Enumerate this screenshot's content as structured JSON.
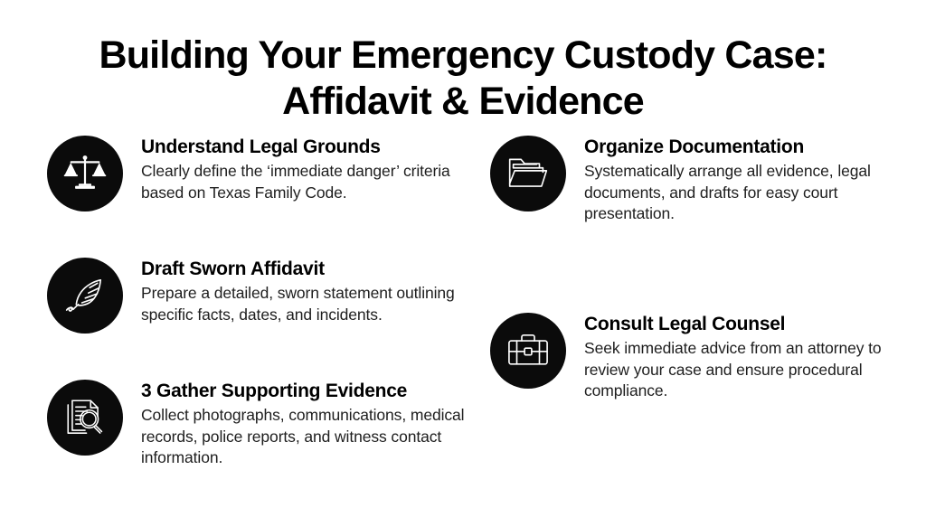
{
  "title": {
    "line1": "Building Your Emergency Custody Case:",
    "line2": "Affidavit & Evidence"
  },
  "theme": {
    "background": "#ffffff",
    "badge_fill": "#0b0b0b",
    "icon_stroke": "#ffffff",
    "heading_color": "#000000",
    "body_color": "#1e1e1e"
  },
  "columns": {
    "left": [
      {
        "icon": "scales-of-justice-icon",
        "title": "Understand Legal Grounds",
        "desc": "Clearly define the ‘immediate danger’ criteria based on Texas Family Code."
      },
      {
        "icon": "quill-pen-icon",
        "title": "Draft Sworn Affidavit",
        "desc": "Prepare a detailed, sworn statement outlining specific facts, dates, and incidents."
      },
      {
        "icon": "documents-magnifier-icon",
        "title": "3 Gather Supporting Evidence",
        "desc": "Collect photographs, communications, medical records, police reports, and witness contact information."
      }
    ],
    "right": [
      {
        "icon": "folder-icon",
        "title": "Organize Documentation",
        "desc": "Systematically arrange all evidence, legal documents, and drafts for easy court presentation."
      },
      {
        "icon": "briefcase-icon",
        "title": "Consult Legal Counsel",
        "desc": "Seek immediate advice from an attorney to review your case and ensure procedural compliance."
      }
    ]
  }
}
